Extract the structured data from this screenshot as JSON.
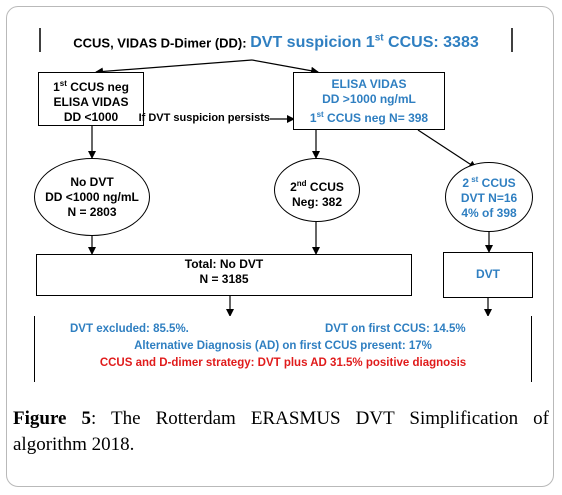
{
  "header": {
    "left": "CCUS, VIDAS D-Dimer (DD):",
    "right_pre": "DVT suspicion 1",
    "right_sup": "st",
    "right_post": " CCUS: 3383"
  },
  "box_left": {
    "line1_pre": "1",
    "line1_sup": "st",
    "line1_post": " CCUS neg",
    "line2": "ELISA VIDAS",
    "line3": "DD <1000"
  },
  "box_right": {
    "line1": "ELISA VIDAS",
    "line2": "DD >1000 ng/mL",
    "line3_pre": "1",
    "line3_sup": "st",
    "line3_post": " CCUS neg N= 398"
  },
  "if_persists": "If DVT suspicion persists",
  "ellipse_no_dvt": {
    "line1": "No DVT",
    "line2": "DD <1000 ng/mL",
    "line3": "N = 2803"
  },
  "ellipse_2nd_ccus": {
    "line1_pre": "2",
    "line1_sup": "nd",
    "line1_post": " CCUS",
    "line2": "Neg: 382"
  },
  "ellipse_2nd_ccus_pos": {
    "line1_pre": "2",
    "line1_sup": " st",
    "line1_post": " CCUS",
    "line2": "DVT N=16",
    "line3": "4% of 398"
  },
  "box_total": {
    "line1": "Total: No DVT",
    "line2": "N = 3185"
  },
  "box_dvt": "DVT",
  "summary": {
    "excluded": "DVT excluded: 85.5%.",
    "first_ccus": "DVT on first CCUS: 14.5%",
    "alt_diag": "Alternative Diagnosis (AD) on first CCUS present: 17%",
    "strategy": "CCUS and D-dimer strategy: DVT plus AD 31.5% positive diagnosis"
  },
  "caption": {
    "label": "Figure 5",
    "text": ": The Rotterdam ERASMUS DVT Simplification of algorithm 2018."
  },
  "colors": {
    "blue": "#2f7fc1",
    "red": "#e01b1b"
  }
}
